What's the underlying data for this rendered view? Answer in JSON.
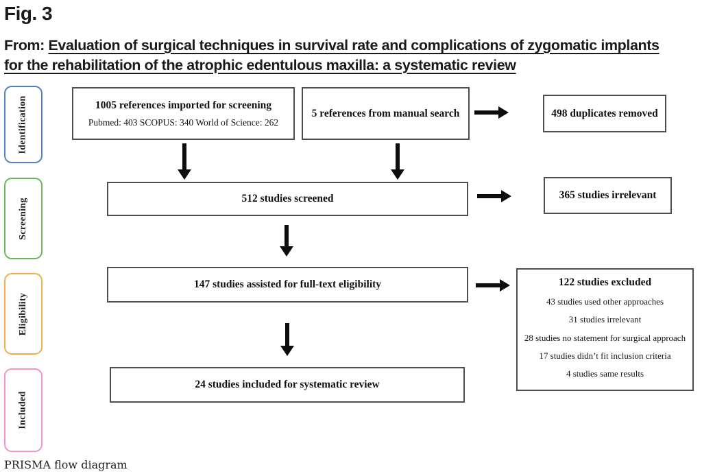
{
  "header": {
    "figure_label": "Fig. 3",
    "from_prefix": "From: ",
    "article_title": "Evaluation of surgical techniques in survival rate and complications of zygomatic implants for the rehabilitation of the atrophic edentulous maxilla: a systematic review"
  },
  "sidebar": {
    "stages": [
      {
        "label": "Identification",
        "color": "#4f81bd"
      },
      {
        "label": "Screening",
        "color": "#6cb45c"
      },
      {
        "label": "Eligibility",
        "color": "#f2ad4e"
      },
      {
        "label": "Included",
        "color": "#ef93c9"
      }
    ]
  },
  "flowchart": {
    "boxes": {
      "imported": {
        "title": "1005 references imported for screening",
        "subtitle": "Pubmed: 403 SCOPUS: 340 World of Science: 262"
      },
      "manual": {
        "title": "5 references from manual search"
      },
      "duplicates": {
        "title": "498 duplicates removed"
      },
      "screened": {
        "title": "512 studies screened"
      },
      "irrelevant": {
        "title": "365 studies irrelevant"
      },
      "fulltext": {
        "title": "147 studies assisted for full-text eligibility"
      },
      "excluded": {
        "title": "122 studies excluded",
        "reasons": [
          "43 studies used other approaches",
          "31 studies irrelevant",
          "28 studies no statement for surgical approach",
          "17 studies didn’t fit inclusion criteria",
          "4 studies same results"
        ]
      },
      "included": {
        "title": "24 studies included for systematic review"
      }
    }
  },
  "caption": "PRISMA flow diagram"
}
